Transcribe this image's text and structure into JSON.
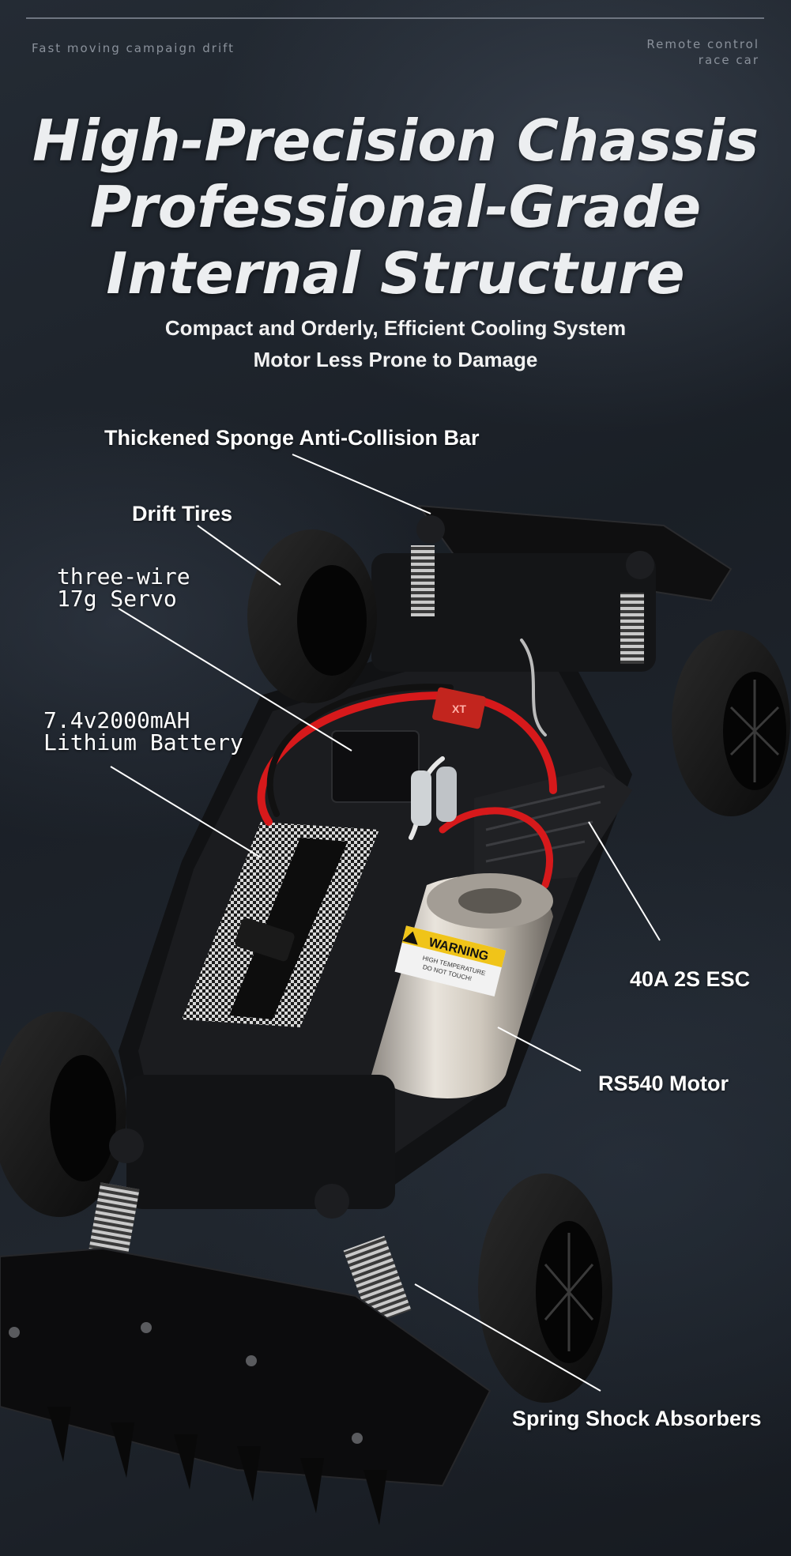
{
  "header": {
    "left_tag": "Fast moving campaign drift",
    "right_tag_line1": "Remote control",
    "right_tag_line2": "race car"
  },
  "headline": {
    "line1": "High-Precision Chassis",
    "line2": "Professional-Grade",
    "line3": "Internal Structure"
  },
  "subhead": {
    "line1": "Compact and Orderly, Efficient Cooling System",
    "line2": "Motor Less Prone to Damage"
  },
  "callouts": {
    "bumper": "Thickened Sponge Anti-Collision Bar",
    "tires": "Drift Tires",
    "servo_line1": "three-wire",
    "servo_line2": "17g Servo",
    "battery_line1": "7.4v2000mAH",
    "battery_line2": "Lithium Battery",
    "esc": "40A 2S ESC",
    "motor": "RS540 Motor",
    "shocks": "Spring Shock Absorbers"
  },
  "motor_sticker": {
    "title": "WARNING",
    "line1": "HIGH TEMPERATURE",
    "line2": "DO NOT TOUCH!"
  },
  "connector_label": "XT"
}
